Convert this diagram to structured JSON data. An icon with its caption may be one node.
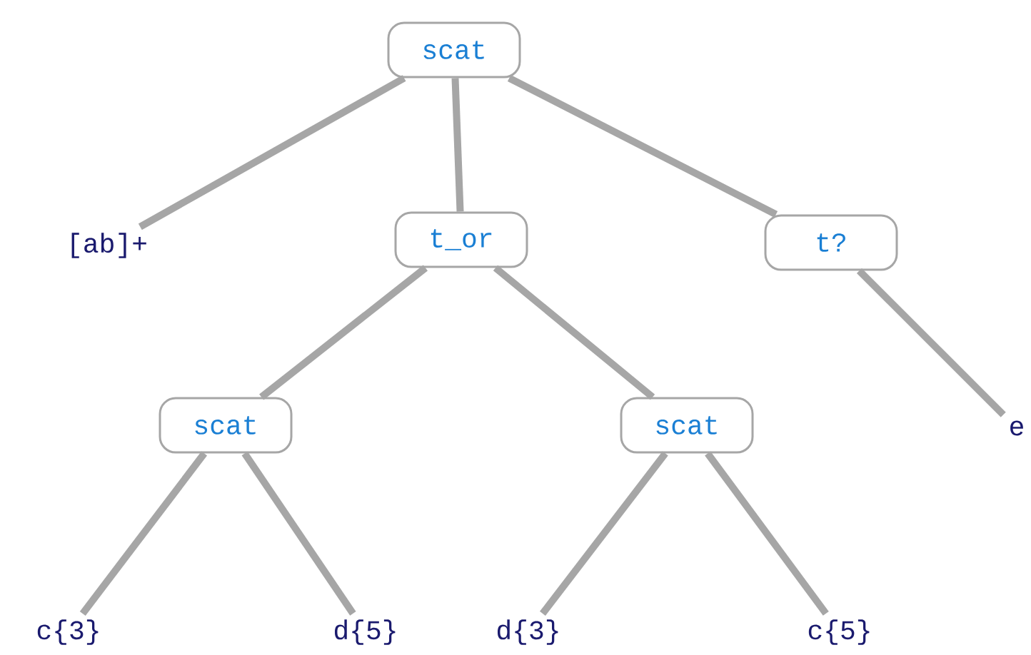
{
  "diagram": {
    "nodes": [
      {
        "text": [
          "scat"
        ]
      },
      {
        "text": [
          "[ab]+"
        ]
      },
      {
        "text": [
          "t_or"
        ]
      },
      {
        "text": [
          "t?"
        ]
      },
      {
        "text": [
          "scat"
        ]
      },
      {
        "text": [
          "scat"
        ]
      },
      {
        "text": [
          "e"
        ]
      },
      {
        "text": [
          "c{3}"
        ]
      },
      {
        "text": [
          "d{5}"
        ]
      },
      {
        "text": [
          "d{3}"
        ]
      },
      {
        "text": [
          "c{5}"
        ]
      }
    ],
    "edges": [
      {
        "from": 0,
        "to": 1,
        "arrow": "none"
      },
      {
        "from": 0,
        "to": 2,
        "arrow": "none"
      },
      {
        "from": 0,
        "to": 3,
        "arrow": "none"
      },
      {
        "from": 2,
        "to": 4,
        "arrow": "none"
      },
      {
        "from": 2,
        "to": 5,
        "arrow": "none"
      },
      {
        "from": 3,
        "to": 6,
        "arrow": "none"
      },
      {
        "from": 4,
        "to": 7,
        "arrow": "none"
      },
      {
        "from": 4,
        "to": 8,
        "arrow": "none"
      },
      {
        "from": 5,
        "to": 9,
        "arrow": "none"
      },
      {
        "from": 5,
        "to": 10,
        "arrow": "none"
      }
    ]
  }
}
